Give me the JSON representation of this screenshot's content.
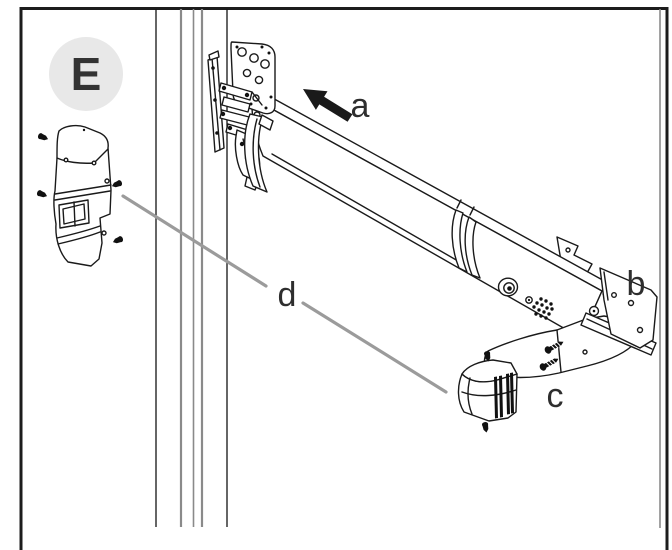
{
  "diagram": {
    "step_badge": "E",
    "callout_a": "a",
    "callout_b": "b",
    "callout_c": "c",
    "callout_d": "d",
    "colors": {
      "outline": "#1a1a1a",
      "leader_line": "#9b9b9b",
      "door_line": "#8a8a8a",
      "frame": "#1c1c1c",
      "badge_background": "#e8e8e8",
      "label_text": "#2e2e2e",
      "background": "#ffffff"
    }
  }
}
